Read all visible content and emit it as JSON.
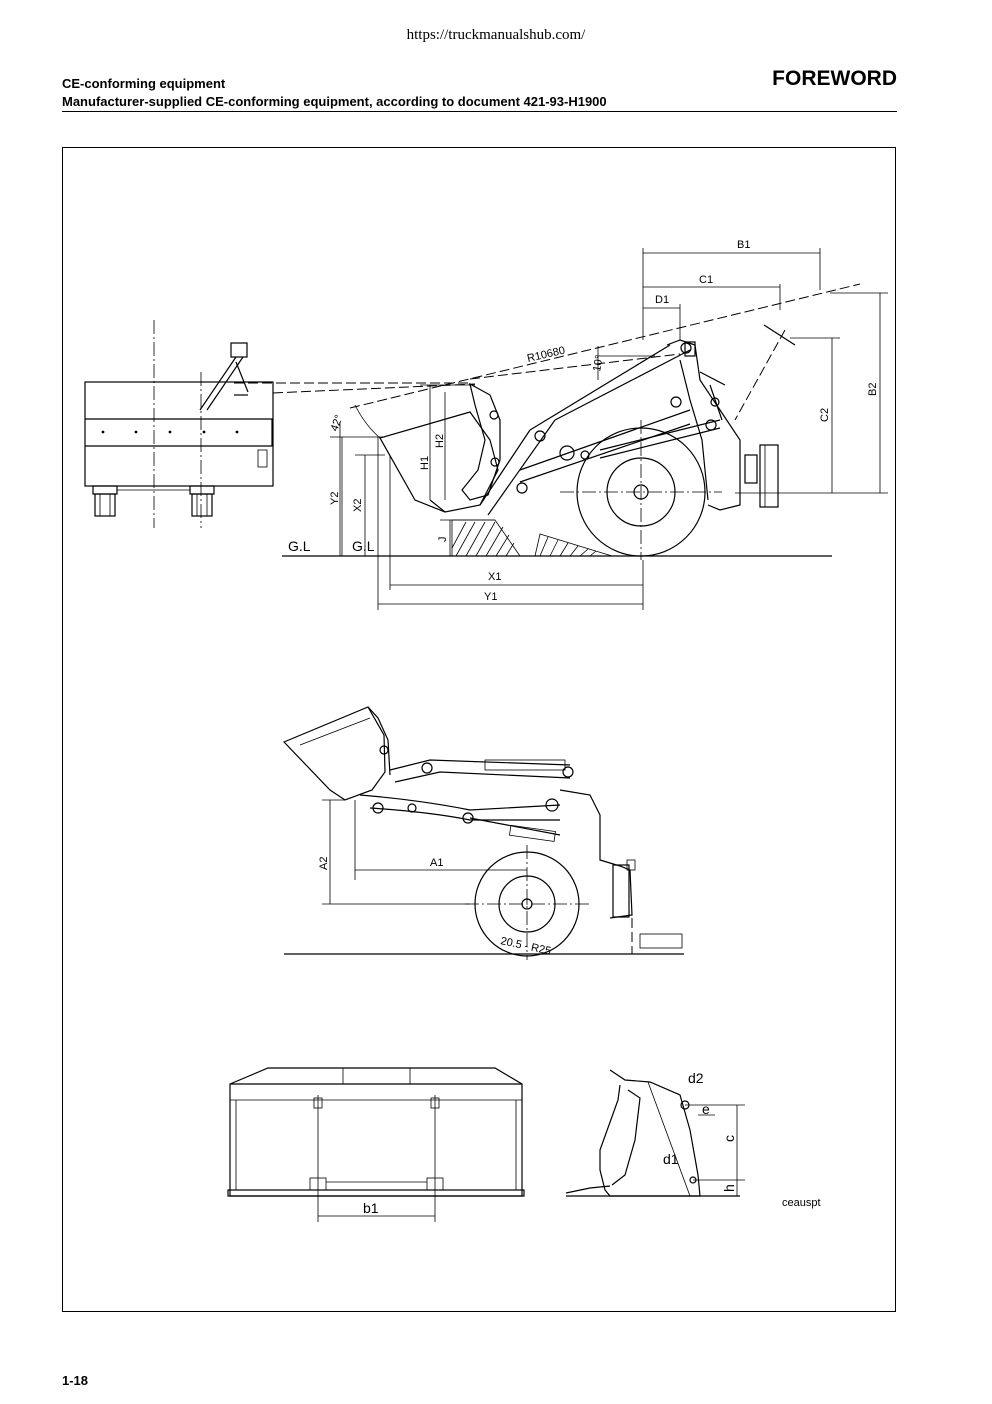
{
  "header": {
    "url": "https://truckmanualshub.com/",
    "title_line1": "CE-conforming equipment",
    "title_line2": "Manufacturer-supplied CE-conforming equipment, according to document 421-93-H1900",
    "section": "FOREWORD"
  },
  "footer": {
    "page_number": "1-18"
  },
  "figure": {
    "top_labels": {
      "B1": "B1",
      "C1": "C1",
      "D1": "D1",
      "R": "R10680",
      "angle10": "10°",
      "angle42": "42°",
      "H1": "H1",
      "H2": "H2",
      "Y2": "Y2",
      "X2": "X2",
      "J": "J",
      "GL_left": "G.L",
      "GL_right": "G.L",
      "X1": "X1",
      "Y1": "Y1",
      "C2": "C2",
      "B2": "B2"
    },
    "middle_labels": {
      "A1": "A1",
      "A2": "A2",
      "tire": "20.5 - R25"
    },
    "bottom_labels": {
      "b1": "b1",
      "d2": "d2",
      "e": "e",
      "c": "c",
      "d1": "d1",
      "h": "h",
      "ref": "ceauspt"
    }
  }
}
